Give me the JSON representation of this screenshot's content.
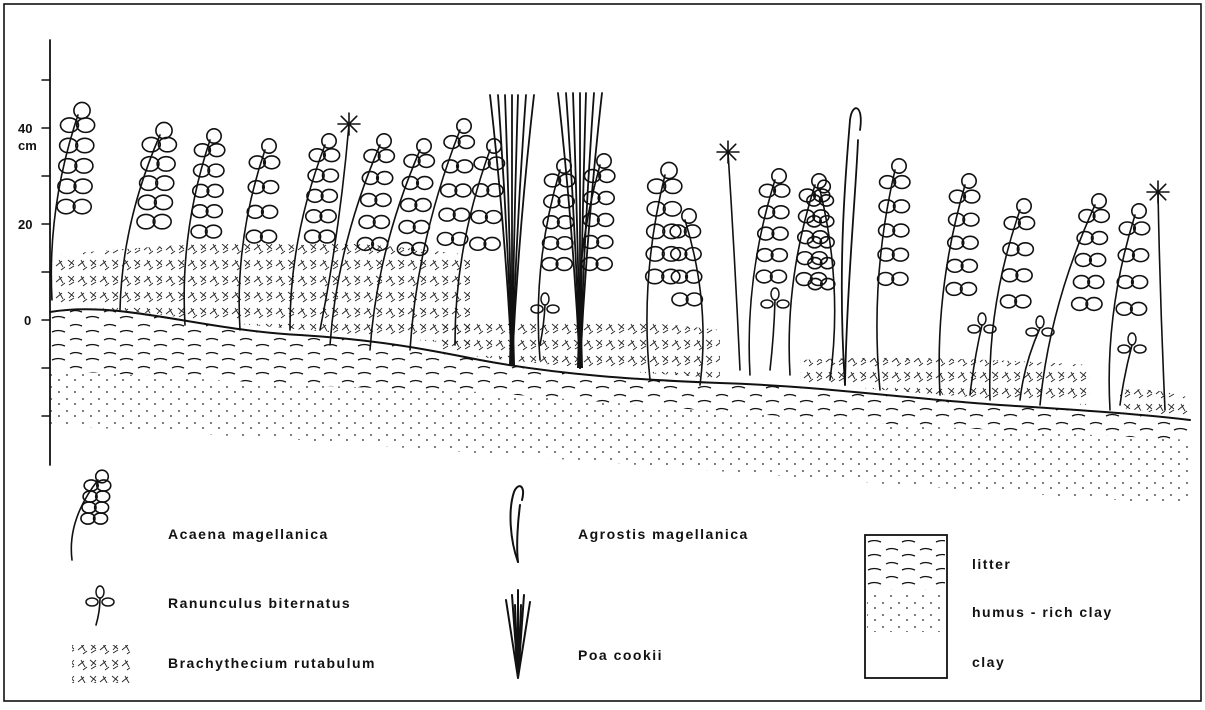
{
  "axis": {
    "unit": "cm",
    "ticks": [
      "40",
      "20",
      "0"
    ]
  },
  "legend": {
    "species": [
      {
        "key": "acaena",
        "label": "Acaena magellanica"
      },
      {
        "key": "ranunculus",
        "label": "Ranunculus biternatus"
      },
      {
        "key": "brachythecium",
        "label": "Brachythecium rutabulum"
      },
      {
        "key": "agrostis",
        "label": "Agrostis magellanica"
      },
      {
        "key": "poa",
        "label": "Poa cookii"
      }
    ],
    "substrate": [
      {
        "key": "litter",
        "label": "litter"
      },
      {
        "key": "humus",
        "label": "humus - rich clay"
      },
      {
        "key": "clay",
        "label": "clay"
      }
    ]
  }
}
